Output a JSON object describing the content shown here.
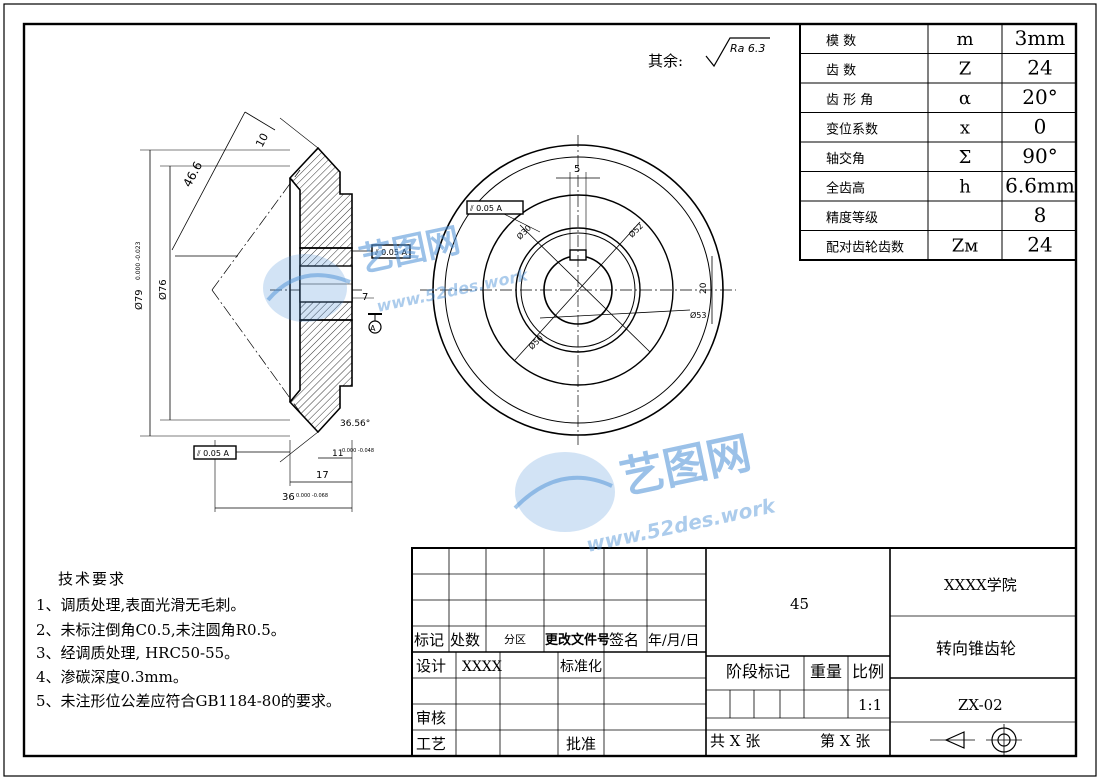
{
  "roughness": {
    "prefix": "其余:",
    "symbol": "Ra 6.3"
  },
  "params_table": [
    {
      "name": "模 数",
      "symbol": "m",
      "value": "3mm"
    },
    {
      "name": "齿 数",
      "symbol": "Z",
      "value": "24"
    },
    {
      "name": "齿 形 角",
      "symbol": "α",
      "value": "20°"
    },
    {
      "name": "变位系数",
      "symbol": "x",
      "value": "0"
    },
    {
      "name": "轴交角",
      "symbol": "Σ",
      "value": "90°"
    },
    {
      "name": "全齿高",
      "symbol": "h",
      "value": "6.6mm"
    },
    {
      "name": "精度等级",
      "symbol": "",
      "value": "8"
    },
    {
      "name": "配对齿轮齿数",
      "symbol": "Zм",
      "value": "24"
    }
  ],
  "section_dims": {
    "d1": "46.6",
    "d2": "10",
    "d3": "Ø79",
    "d3_tol": "0.000 -0.023",
    "d4": "Ø76",
    "d5": "7",
    "d6": "17",
    "d7": "36",
    "d7_tol": "0.000 -0.068",
    "d8": "11",
    "d8_tol": "0.000 -0.048",
    "angle": "36.56°",
    "gdt1": "⫽ 0.05 A",
    "gdt2": "⫽ 0.05 A",
    "datum": "A"
  },
  "front_dims": {
    "keyway": "5",
    "gdt": "⫽ 0.05 A",
    "d_a": "Ø30",
    "d_b": "Ø52",
    "d_c": "Ø53",
    "d_d": "Ø50",
    "h20": "20"
  },
  "tech_req": {
    "title": "技术要求",
    "items": [
      "1、调质处理,表面光滑无毛刺。",
      "2、未标注倒角C0.5,未注圆角R0.5。",
      "3、经调质处理, HRC50-55。",
      "4、渗碳深度0.3mm。",
      "5、未注形位公差应符合GB1184-80的要求。"
    ]
  },
  "title_block": {
    "material": "45",
    "school": "XXXX学院",
    "part_name": "转向锥齿轮",
    "drawing_no": "ZX-02",
    "scale": "1:1",
    "col_mark": "标记",
    "col_count": "处数",
    "col_zone": "分区",
    "col_docno": "更改文件号",
    "col_sign": "签名",
    "col_date": "年/月/日",
    "design": "设计",
    "designer": "XXXX",
    "standard": "标准化",
    "stage": "阶段标记",
    "weight": "重量",
    "ratio": "比例",
    "review": "审核",
    "process": "工艺",
    "approve": "批准",
    "sheets_total": "共 X 张",
    "sheet_no": "第 X 张"
  },
  "watermark": {
    "logo_text": "艺图网",
    "url": "www.52des.work"
  }
}
